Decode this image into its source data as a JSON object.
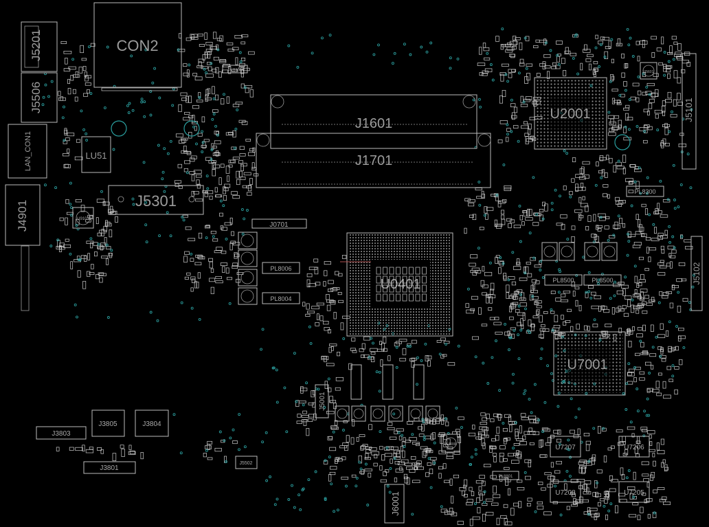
{
  "board": {
    "background": "#000000",
    "outline_color": "#bdbdbd",
    "via_color": "#2a9a9a",
    "labels": {
      "con2": "CON2",
      "j5201": "J5201",
      "j5506": "J5506",
      "lan_con1": "LAN_CON1",
      "lu51": "LU51",
      "j4901": "J4901",
      "j5301": "J5301",
      "j1601": "J1601",
      "j1701": "J1701",
      "u2001": "U2001",
      "j5101": "J5101",
      "j5102": "J5102",
      "j0701": "J0701",
      "u7001": "U7001",
      "j3803": "J3803",
      "j3805": "J3805",
      "j3804": "J3804",
      "j3801": "J3801",
      "j5502": "J5502",
      "j5001": "J5001",
      "j6001": "J6001",
      "u7207": "U7207",
      "u7206": "U7206",
      "u7208": "U7208",
      "u7205": "U7205",
      "cpu": "U0401",
      "pl8300": "PL8300",
      "pl8500a": "PL8500",
      "pl8500b": "PL8500",
      "pl8006": "PL8006",
      "pl8004": "PL8004",
      "u9101": "U9101",
      "u5601": "U5601",
      "pu8000": "PU8000",
      "pl8400": "PL8400",
      "pl8801": "PL8801"
    }
  }
}
